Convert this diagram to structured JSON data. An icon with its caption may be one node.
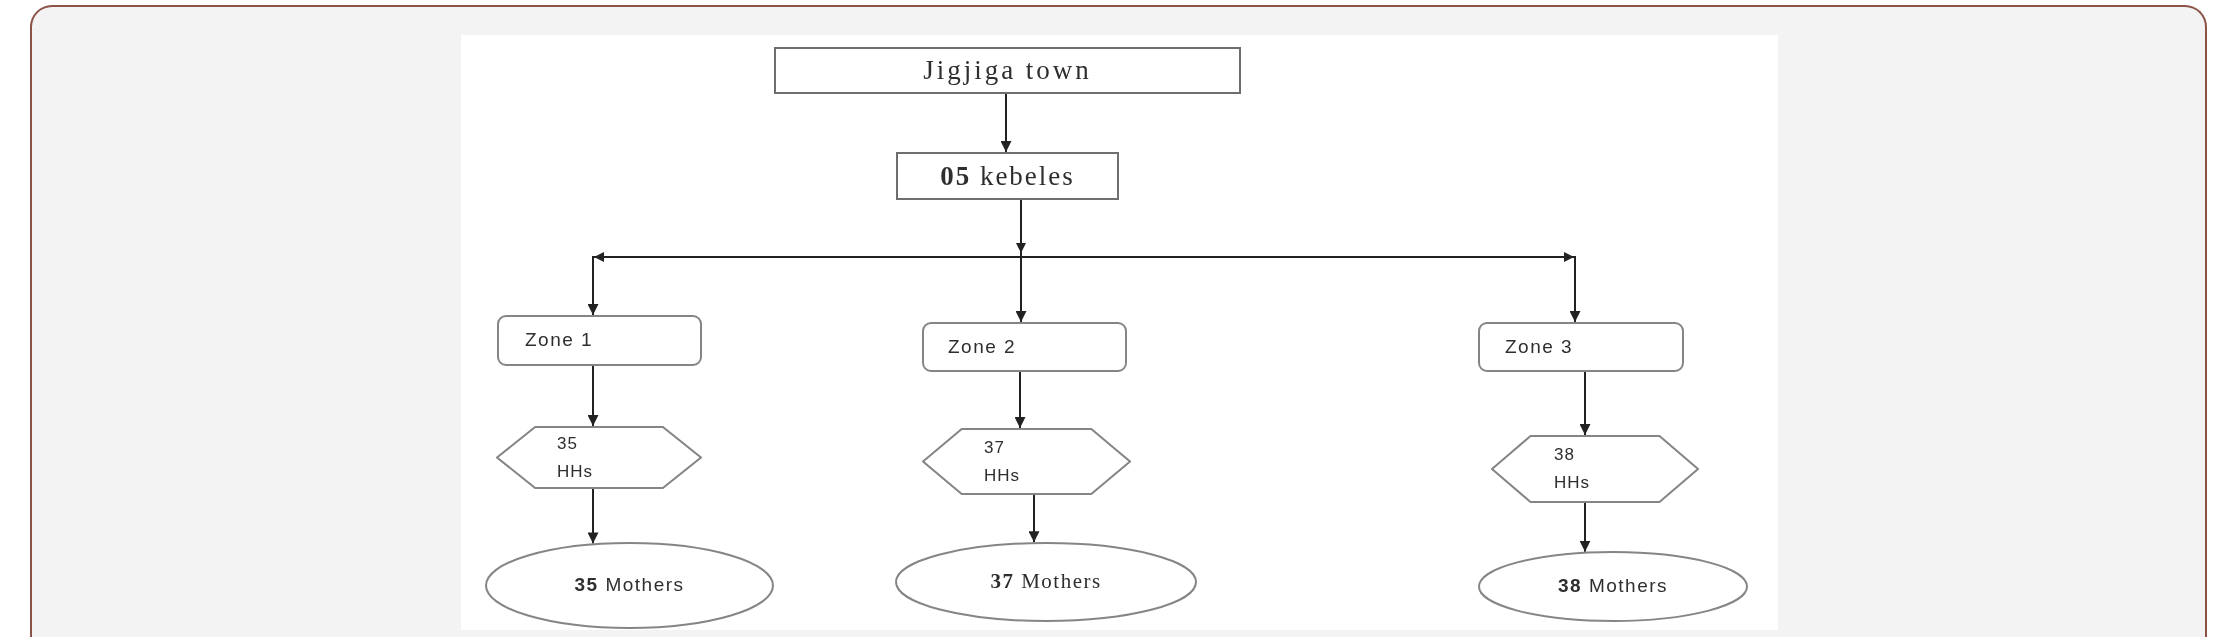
{
  "diagram": {
    "nodes": [
      {
        "text": [
          "Jigjiga town"
        ]
      },
      {
        "text": [
          "**05** kebeles"
        ]
      },
      {
        "text": [
          "Zone 1"
        ]
      },
      {
        "text": [
          "Zone 2"
        ]
      },
      {
        "text": [
          "Zone 3"
        ]
      },
      {
        "text": [
          "35 HHs"
        ]
      },
      {
        "text": [
          "37 HHs"
        ]
      },
      {
        "text": [
          "38 HHs"
        ]
      },
      {
        "text": [
          "**35** Mothers"
        ]
      },
      {
        "text": [
          "**37** Mothers"
        ]
      },
      {
        "text": [
          "**38** Mothers"
        ]
      }
    ],
    "edges": [
      {
        "from": 0,
        "to": 1,
        "arrow": "to"
      },
      {
        "from": 1,
        "to": 2,
        "arrow": "to"
      },
      {
        "from": 1,
        "to": 3,
        "arrow": "to"
      },
      {
        "from": 1,
        "to": 4,
        "arrow": "to"
      },
      {
        "from": 2,
        "to": 5,
        "arrow": "to"
      },
      {
        "from": 3,
        "to": 6,
        "arrow": "to"
      },
      {
        "from": 4,
        "to": 7,
        "arrow": "to"
      },
      {
        "from": 5,
        "to": 8,
        "arrow": "to"
      },
      {
        "from": 6,
        "to": 9,
        "arrow": "to"
      },
      {
        "from": 7,
        "to": 10,
        "arrow": "to"
      }
    ]
  }
}
